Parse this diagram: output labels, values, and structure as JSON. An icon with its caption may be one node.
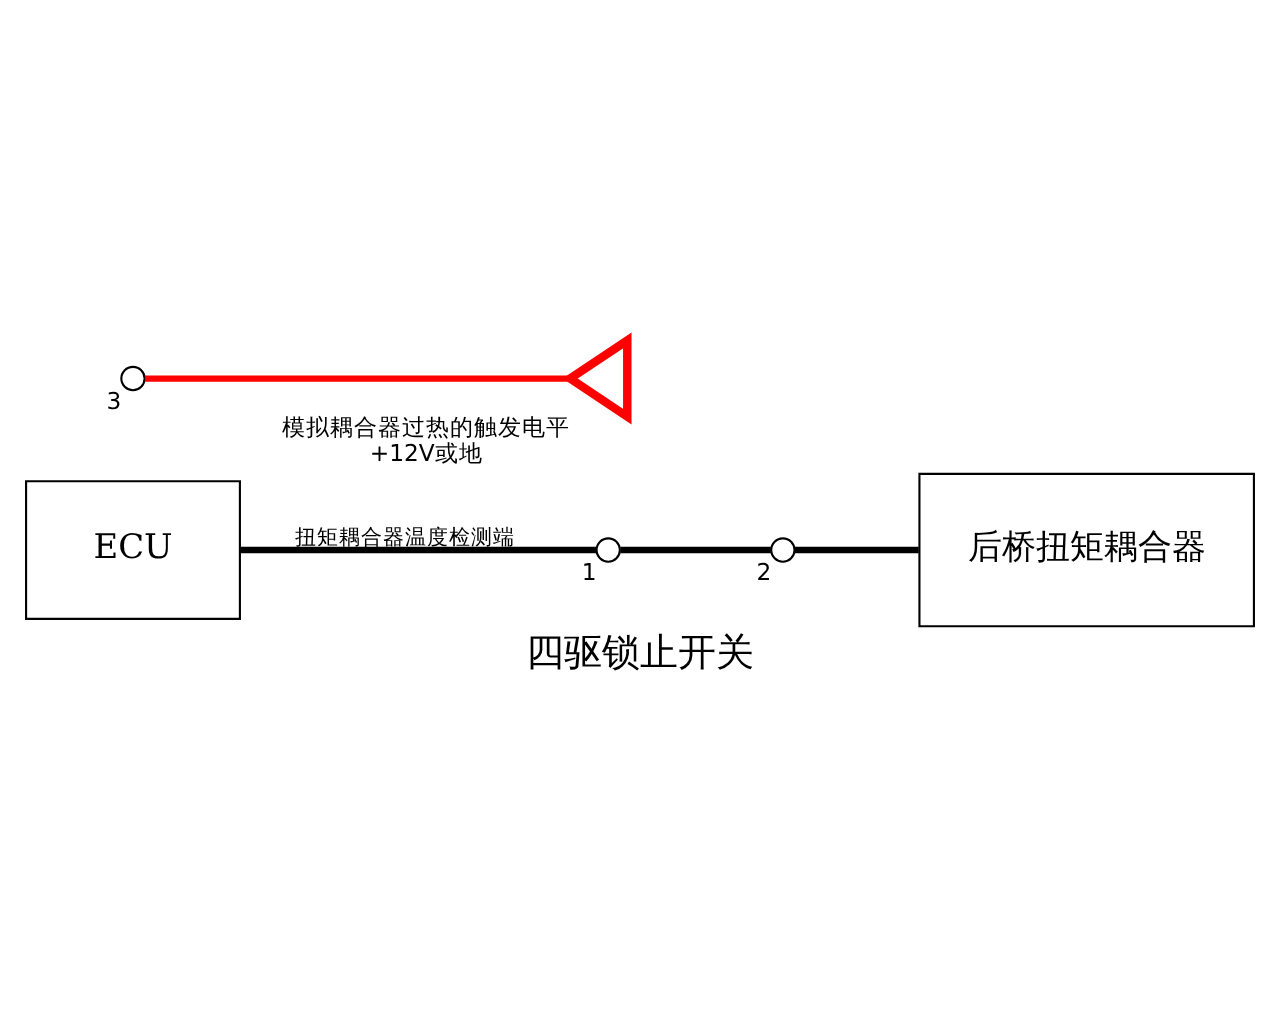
{
  "diagram": {
    "caption": "四驱锁止开关",
    "nodes": [
      {
        "text": [
          "ECU"
        ]
      },
      {
        "text": [
          "后桥扭矩耦合器"
        ]
      },
      {
        "text": [],
        "shape": "circle",
        "beside": [
          "1"
        ]
      },
      {
        "text": [],
        "shape": "circle",
        "beside": [
          "2"
        ]
      },
      {
        "text": [],
        "shape": "circle",
        "beside": [
          "3"
        ]
      },
      {
        "text": [],
        "shape": "triangle",
        "beside": [
          "模拟耦合器过热的触发电平",
          "+12V或地"
        ]
      }
    ],
    "edges": [
      {
        "from": 0,
        "to": 2,
        "arrow": "none",
        "label": "扭矩耦合器温度检测端"
      },
      {
        "from": 2,
        "to": 3,
        "arrow": "none"
      },
      {
        "from": 3,
        "to": 1,
        "arrow": "none"
      },
      {
        "from": 4,
        "to": 5,
        "arrow": "none",
        "color": "#ff0000"
      }
    ]
  }
}
